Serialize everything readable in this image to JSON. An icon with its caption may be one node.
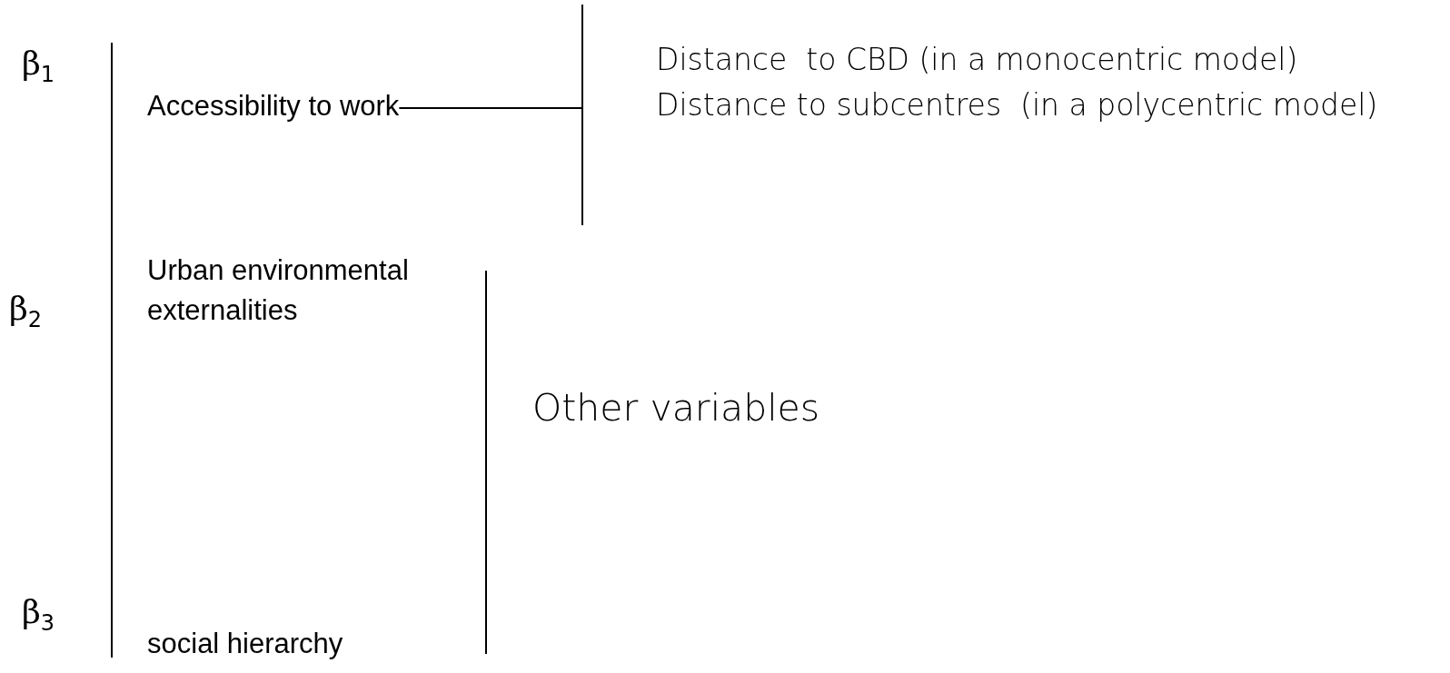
{
  "diagram": {
    "nodes": [
      {
        "text": [],
        "shape": "bar"
      },
      {
        "text": [
          "Accessibility to work"
        ]
      }
    ],
    "edges": [
      {
        "from": 0,
        "to": 1,
        "arrow": "none"
      }
    ],
    "labels": [
      "β$_{1}$",
      "Distance  to CBD (in a monocentric model)",
      "Distance to subcentres  (in a polycentric model)",
      "Urban environmental externalities",
      "β$_{2}$",
      "Other variables",
      "β$_{3}$",
      "social hierarchy"
    ]
  }
}
